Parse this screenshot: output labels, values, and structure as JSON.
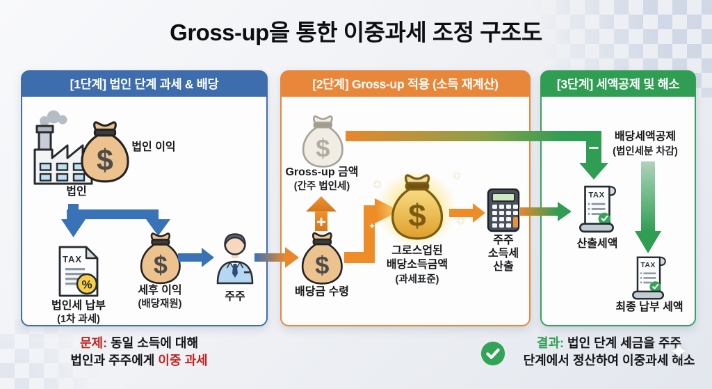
{
  "title": "Gross-up을 통한 이중과세 조정 구조도",
  "colors": {
    "stage1_blue": "#3e6dae",
    "stage2_orange": "#e8873a",
    "stage3_green": "#2f9e53",
    "problem_red": "#c2231f",
    "arrow_blue": "#3a72b8",
    "arrow_orange": "#ee8d27",
    "money_tan": "#ecc28f",
    "gold": "#e8b53a"
  },
  "symbols": {
    "dollar": "$",
    "tax": "TAX",
    "percent": "%",
    "plus": "+",
    "minus": "−",
    "sparkle": "✦"
  },
  "stage1": {
    "header": "[1단계] 법인 단계 과세 & 배당",
    "corp_profit": "법인 이익",
    "corp": "법인",
    "corp_tax": "법인세 납부",
    "corp_tax_sub": "(1차 과세)",
    "after_tax": "세후 이익",
    "after_tax_sub": "(배당재원)",
    "shareholder": "주주"
  },
  "stage2": {
    "header": "[2단계] Gross-up 적용 (소득 재계산)",
    "grossup_amount": "Gross-up 금액",
    "grossup_sub": "(간주 법인세)",
    "dividend_received": "배당금 수령",
    "grossed_line1": "그로스업된",
    "grossed_line2": "배당소득금액",
    "grossed_sub": "(과세표준)",
    "calc_line1": "주주",
    "calc_line2": "소득세",
    "calc_line3": "산출"
  },
  "stage3": {
    "header": "[3단계] 세액공제 및 해소",
    "credit": "배당세액공제",
    "credit_sub": "(법인세분 차감)",
    "computed_tax": "산출세액",
    "final_tax": "최종 납부 세액"
  },
  "footer": {
    "problem_label": "문제:",
    "problem_rest": " 동일 소득에 대해",
    "problem_line2_pre": "법인과 주주에게 ",
    "problem_line2_red": "이중 과세",
    "result_label": "결과:",
    "result_rest": " 법인 단계 세금을 주주",
    "result_line2": "단계에서 정산하여 이중과세 해소"
  }
}
